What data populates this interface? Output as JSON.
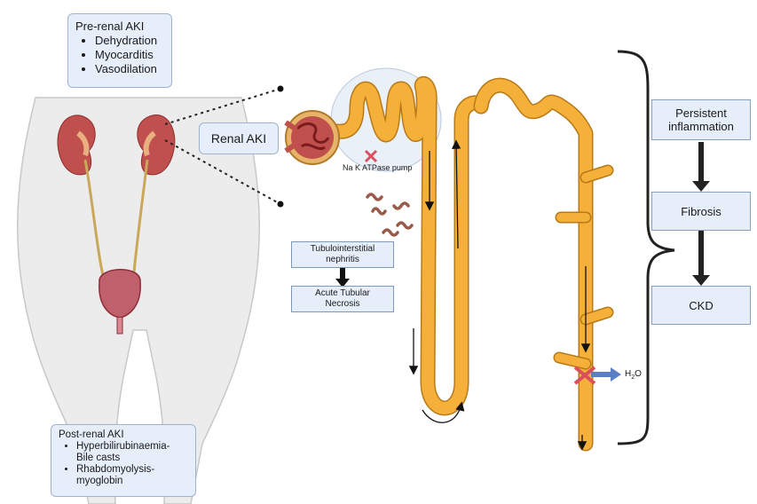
{
  "pre_renal": {
    "title": "Pre-renal AKI",
    "items": [
      "Dehydration",
      "Myocarditis",
      "Vasodilation"
    ]
  },
  "renal": {
    "label": "Renal AKI"
  },
  "pump": {
    "label": "Na K ATPase pump"
  },
  "tubulo": {
    "line1": "Tubulointerstitial",
    "line2": "nephritis"
  },
  "acute": {
    "line1": "Acute Tubular",
    "line2": "Necrosis"
  },
  "water": {
    "label": "H",
    "sub": "2",
    "tail": "O"
  },
  "post_renal": {
    "title": "Post-renal AKI",
    "items": [
      {
        "line1": "Hyperbilirubinaemia-",
        "line2": "Bile casts"
      },
      {
        "line1": "Rhabdomyolysis-",
        "line2": "myoglobin"
      }
    ]
  },
  "flow": {
    "step1_line1": "Persistent",
    "step1_line2": "inflammation",
    "step2": "Fibrosis",
    "step3": "CKD"
  },
  "colors": {
    "box_fill": "#e6eefa",
    "tubule": "#f5a623",
    "kidney": "#c0504d",
    "x_mark": "#d94f5c",
    "water_arrow": "#5b7fc7"
  }
}
